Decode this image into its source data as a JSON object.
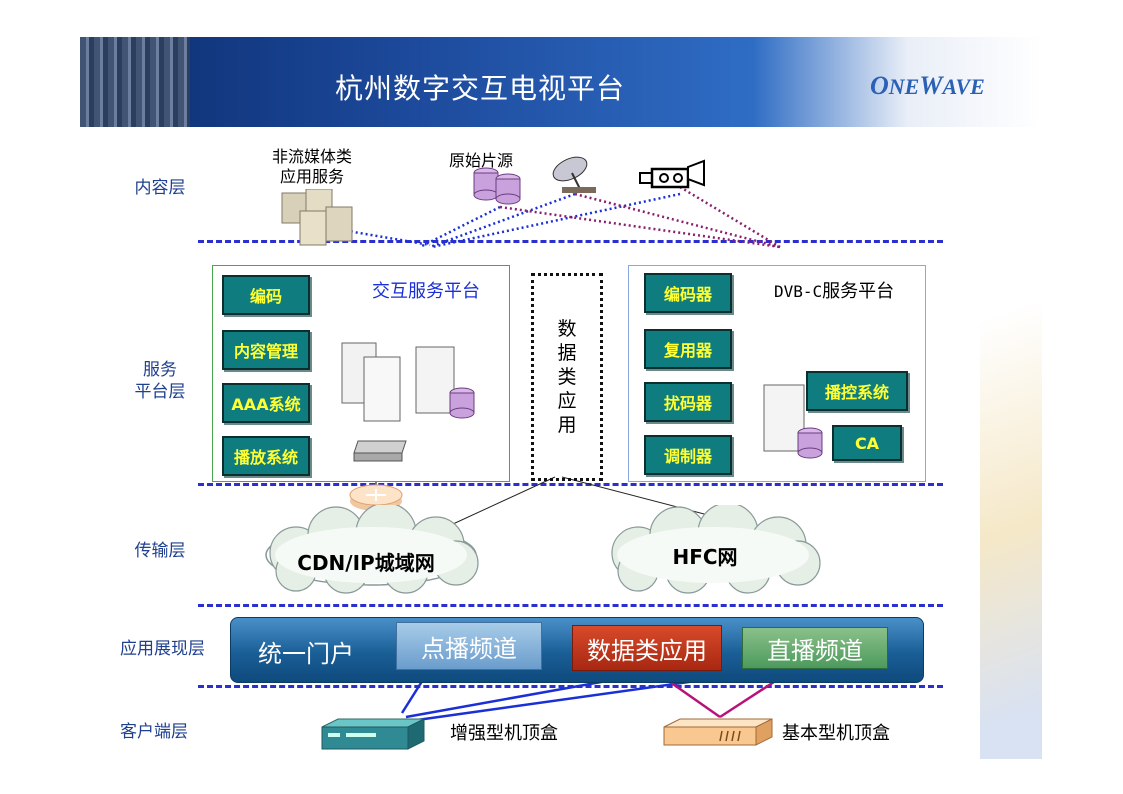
{
  "title": "杭州数字交互电视平台",
  "logo": "ONEWAVE",
  "layers": {
    "content": "内容层",
    "service": "服务\n平台层",
    "transport": "传输层",
    "app": "应用展现层",
    "client": "客户端层"
  },
  "content_items": {
    "nonstream": "非流媒体类\n应用服务",
    "source": "原始片源"
  },
  "interactive_platform": {
    "title": "交互服务平台",
    "boxes": [
      "编码",
      "内容管理",
      "AAA系统",
      "播放系统"
    ]
  },
  "data_apps": "数\n据\n类\n应\n用",
  "dvbc_platform": {
    "title_prefix": "DVB-C",
    "title_suffix": "服务平台",
    "boxes": [
      "编码器",
      "复用器",
      "扰码器",
      "调制器"
    ],
    "right_boxes": [
      "播控系统",
      "CA"
    ]
  },
  "networks": {
    "cdn": "CDN/IP城域网",
    "hfc": "HFC网"
  },
  "app_bar": {
    "portal": "统一门户",
    "vod": "点播频道",
    "data": "数据类应用",
    "live": "直播频道"
  },
  "clients": {
    "enhanced": "增强型机顶盒",
    "basic": "基本型机顶盒"
  },
  "colors": {
    "header": "#1d4a9c",
    "box": "#0f7d80",
    "box_text": "#ffff33",
    "dash": "#2b2fd0"
  }
}
